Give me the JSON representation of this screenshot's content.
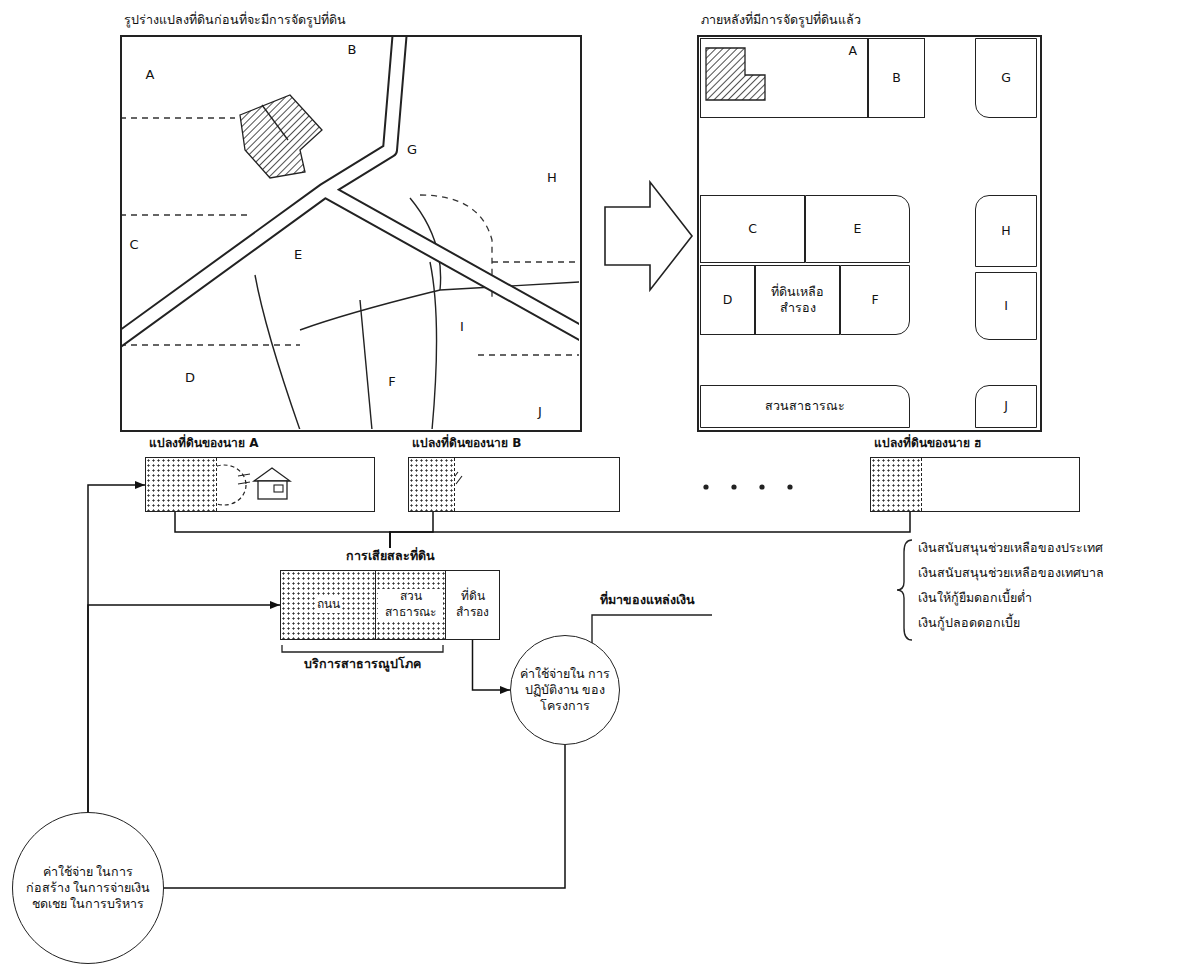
{
  "diagram": {
    "nodes": [
      {
        "text": [
          "รูปร่างแปลงที่ดินก่อนที่จะมีการจัดรูปที่ดิน"
        ]
      },
      {
        "text": [
          "ภายหลังที่มีการจัดรูปที่ดินแล้ว"
        ]
      },
      {
        "text": [
          "A"
        ],
        "in": 1
      },
      {
        "text": [
          "B"
        ],
        "in": 1
      },
      {
        "text": [
          "G"
        ],
        "in": 1
      },
      {
        "text": [
          "C"
        ],
        "in": 1
      },
      {
        "text": [
          "E"
        ],
        "in": 1
      },
      {
        "text": [
          "H"
        ],
        "in": 1
      },
      {
        "text": [
          "D"
        ],
        "in": 1
      },
      {
        "text": [
          "ที่ดินเหลือสำรอง"
        ],
        "in": 1
      },
      {
        "text": [
          "F"
        ],
        "in": 1
      },
      {
        "text": [
          "I"
        ],
        "in": 1
      },
      {
        "text": [
          "สวนสาธารณะ"
        ],
        "in": 1
      },
      {
        "text": [
          "J"
        ],
        "in": 1
      },
      {
        "text": [
          "แปลงที่ดินของนาย A"
        ]
      },
      {
        "text": [
          "แปลงที่ดินของนาย B"
        ]
      },
      {
        "text": [
          "แปลงที่ดินของนาย ฮ"
        ]
      },
      {
        "text": [
          "การเสียสละที่ดิน"
        ]
      },
      {
        "text": [
          "ถนน"
        ],
        "in": 17
      },
      {
        "text": [
          "สวนสาธารณะ"
        ],
        "in": 17
      },
      {
        "text": [
          "ที่ดินสำรอง"
        ],
        "in": 17
      },
      {
        "text": [
          "ค่าใช้จ่ายใน การปฏิบัติงาน ของโครงการ"
        ]
      },
      {
        "text": [
          "ค่าใช้จ่าย ในการก่อสร้าง ในการจ่ายเงินชดเชย ในการบริหาร"
        ]
      }
    ],
    "edges": [
      {
        "from": 14,
        "to": 17,
        "arrow": "none"
      },
      {
        "from": 15,
        "to": 17,
        "arrow": "none"
      },
      {
        "from": 16,
        "to": 17,
        "arrow": "none"
      },
      {
        "from": 22,
        "to": 14,
        "arrow": "to"
      },
      {
        "from": 22,
        "to": 17,
        "arrow": "to"
      },
      {
        "from": 20,
        "to": 21,
        "arrow": "to"
      },
      {
        "from": 21,
        "to": 22,
        "arrow": "none"
      }
    ],
    "labels": [
      "A",
      "B",
      "G",
      "H",
      "C",
      "E",
      "D",
      "I",
      "F",
      "J",
      "บริการสาธารณูปโภค",
      "ที่มาของแหล่งเงิน",
      "เงินสนับสนุนช่วยเหลือของประเทศ",
      "เงินสนับสนุนช่วยเหลือของเทศบาล",
      "เงินให้กู้ยืมดอกเบี้ยต่ำ",
      "เงินกู้ปลอดดอกเบี้ย"
    ]
  }
}
